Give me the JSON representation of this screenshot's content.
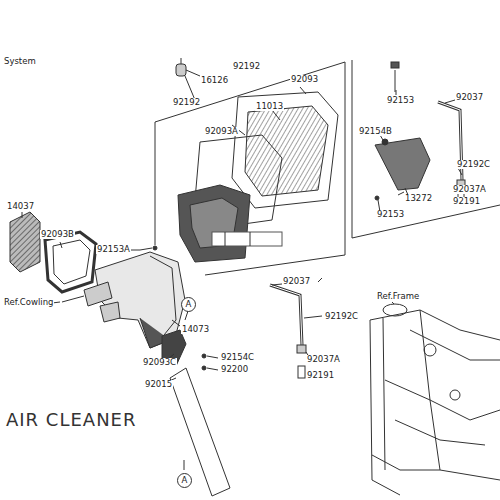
{
  "diagram": {
    "caption": "AIR CLEANER",
    "labels": [
      "System",
      "16126",
      "92192",
      "92192",
      "92093",
      "11013",
      "92093A",
      "14037",
      "92093B",
      "92153A",
      "Ref.Cowling",
      "14073",
      "A",
      "A",
      "92093C",
      "92154C",
      "92200",
      "92015",
      "92153",
      "92037",
      "92154B",
      "92192C",
      "92037A",
      "92191",
      "13272",
      "92153",
      "Ref.Frame",
      "92037",
      "92192C",
      "92037A",
      "92191"
    ]
  }
}
